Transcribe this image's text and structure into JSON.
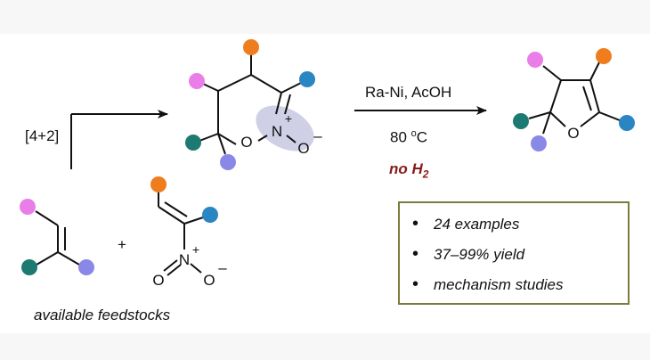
{
  "colors": {
    "orange": "#ef7d1d",
    "blue": "#2a86c3",
    "pink": "#ea7ee8",
    "teal": "#1d7a72",
    "lavender": "#8a88e6",
    "highlight": "#cfd0e6",
    "dark_red": "#8b1a1a",
    "box_border": "#7c7a3c"
  },
  "reaction_1": {
    "label": "[4+2]"
  },
  "intermediate": {
    "atoms": {
      "oxygen": "O",
      "nitrogen": "N",
      "oxide": "O",
      "plus": "+",
      "minus": "–"
    }
  },
  "reaction_2": {
    "reagents": "Ra-Ni, AcOH",
    "temperature": "80 °C",
    "temperature_value": "80",
    "temperature_degree": "o",
    "temperature_unit": "C",
    "note_prefix": "no H",
    "note_subscript": "2"
  },
  "product": {
    "atoms": {
      "oxygen": "O"
    }
  },
  "feedstocks": {
    "plus_sign": "+",
    "nitro_atoms": {
      "nitrogen": "N",
      "oxygen_left": "O",
      "oxygen_right": "O",
      "plus": "+",
      "minus": "–"
    },
    "caption": "available feedstocks"
  },
  "highlights": {
    "items": [
      "24 examples",
      "37–99% yield",
      "mechanism studies"
    ]
  }
}
